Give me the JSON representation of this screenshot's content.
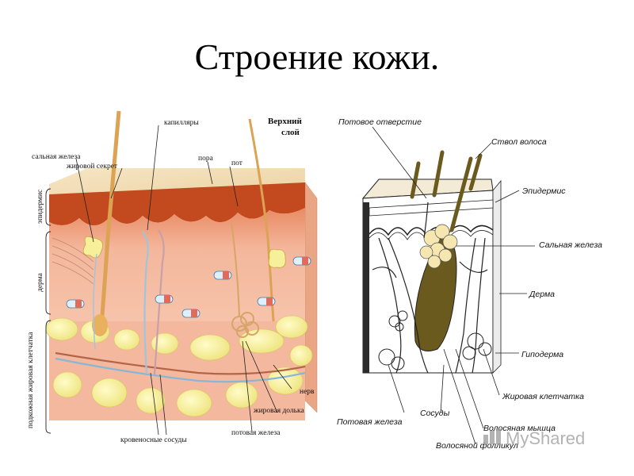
{
  "title": "Строение кожи.",
  "left_diagram": {
    "labels": {
      "capillaries": "капилляры",
      "upper_layer_1": "Верхний",
      "upper_layer_2": "слой",
      "sebaceous_gland": "сальная железа",
      "fat_secretion": "жировой секрет",
      "pore": "пора",
      "sweat": "пот",
      "nerve": "нерв",
      "fat_lobule": "жировая долька",
      "blood_vessels": "кровеносные сосуды",
      "sweat_gland": "потовая железа"
    },
    "side_labels": {
      "epidermis": "эпидермис",
      "dermis": "дерма",
      "subcutaneous": "подкожная жировая клетчатка"
    }
  },
  "right_diagram": {
    "labels": {
      "sweat_pore": "Потовое отверстие",
      "hair_shaft": "Ствол волоса",
      "epidermis": "Эпидермис",
      "sebaceous_gland": "Сальная железа",
      "dermis": "Дерма",
      "hypodermis": "Гиподерма",
      "fat_tissue": "Жировая клетчатка",
      "sweat_gland": "Потовая железа",
      "vessels": "Сосуды",
      "hair_muscle": "Волосяная мышца",
      "hair_follicle": "Волосяной фолликул"
    }
  },
  "watermark": {
    "text": "MyShared"
  },
  "colors": {
    "epidermis": "#f1dcb4",
    "dermis": "#f3b89b",
    "fat": "#f7f09a",
    "hair_bulb": "#6b5a1e"
  }
}
